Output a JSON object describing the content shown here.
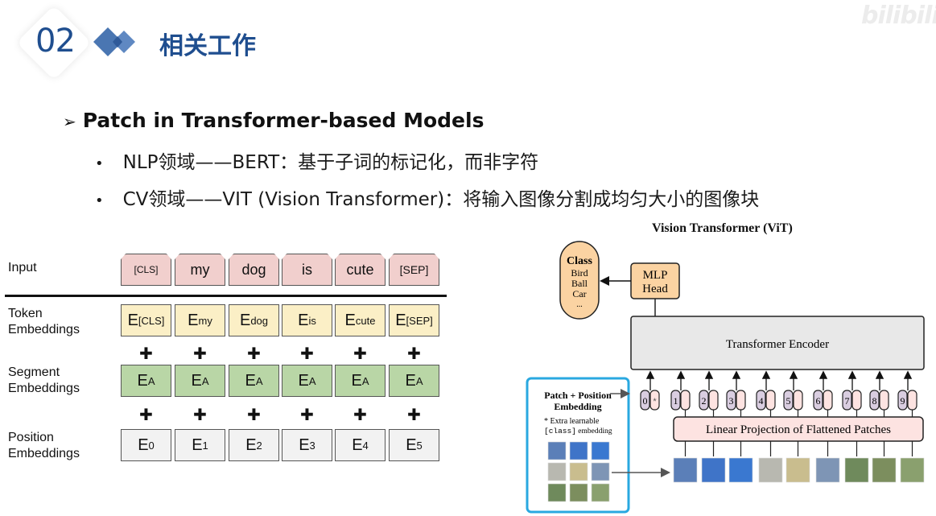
{
  "header": {
    "section_number": "02",
    "title": "相关工作",
    "watermark": "bilibili"
  },
  "content": {
    "heading": "Patch in Transformer-based Models",
    "bullets": [
      "NLP领域——BERT：基于子词的标记化，而非字符",
      "CV领域——VIT (Vision Transformer)：将输入图像分割成均匀大小的图像块"
    ]
  },
  "bert": {
    "row_labels": {
      "input": [
        "Input"
      ],
      "token": [
        "Token",
        "Embeddings"
      ],
      "segment": [
        "Segment",
        "Embeddings"
      ],
      "position": [
        "Position",
        "Embeddings"
      ]
    },
    "inputs": [
      "[CLS]",
      "my",
      "dog",
      "is",
      "cute",
      "[SEP]"
    ],
    "token_embeddings": [
      {
        "base": "E",
        "sub": "[CLS]"
      },
      {
        "base": "E",
        "sub": "my"
      },
      {
        "base": "E",
        "sub": "dog"
      },
      {
        "base": "E",
        "sub": "is"
      },
      {
        "base": "E",
        "sub": "cute"
      },
      {
        "base": "E",
        "sub": "[SEP]"
      }
    ],
    "segment_embeddings": [
      {
        "base": "E",
        "sub": "A"
      },
      {
        "base": "E",
        "sub": "A"
      },
      {
        "base": "E",
        "sub": "A"
      },
      {
        "base": "E",
        "sub": "A"
      },
      {
        "base": "E",
        "sub": "A"
      },
      {
        "base": "E",
        "sub": "A"
      }
    ],
    "position_embeddings": [
      {
        "base": "E",
        "sub": "0"
      },
      {
        "base": "E",
        "sub": "1"
      },
      {
        "base": "E",
        "sub": "2"
      },
      {
        "base": "E",
        "sub": "3"
      },
      {
        "base": "E",
        "sub": "4"
      },
      {
        "base": "E",
        "sub": "5"
      }
    ],
    "plus_symbol": "✚",
    "colors": {
      "input": "#f1cfcd",
      "token": "#fbefc6",
      "segment": "#b9d6a6",
      "position": "#f2f2f2"
    }
  },
  "vit": {
    "title": "Vision Transformer (ViT)",
    "class_box": {
      "title": "Class",
      "items": [
        "Bird",
        "Ball",
        "Car",
        "..."
      ]
    },
    "mlp_head": [
      "MLP",
      "Head"
    ],
    "encoder_label": "Transformer Encoder",
    "projection_label": "Linear Projection of Flattened Patches",
    "position_tokens": [
      "0",
      "1",
      "2",
      "3",
      "4",
      "5",
      "6",
      "7",
      "8",
      "9"
    ],
    "class_token_marker": "*",
    "legend": {
      "title": [
        "Patch + Position",
        "Embedding"
      ],
      "note_line1": "* Extra learnable",
      "note_line2_code": "[class]",
      "note_line2_text": " embedding"
    },
    "patch_count": 9,
    "colors": {
      "orange": "#fbd3a2",
      "encoder": "#e8e8e8",
      "projection": "#fde3e1",
      "position_token": "#d9cde0",
      "legend_border": "#29a8e0"
    }
  }
}
